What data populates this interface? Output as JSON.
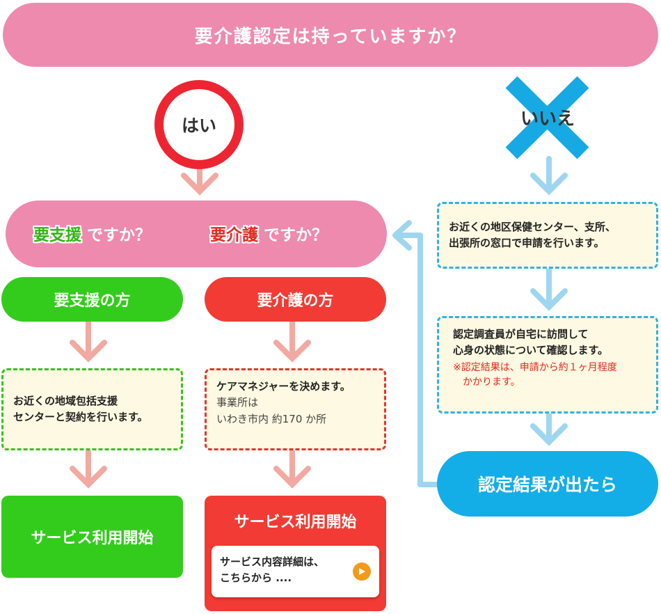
{
  "question": "要介護認定は持っていますか？",
  "yes": "はい",
  "no": "いいえ",
  "band": {
    "support_term": "要支援",
    "care_term": "要介護",
    "suffix": "ですか？"
  },
  "left_col": {
    "header": "要支援の方",
    "box_text": "お近くの地域包括支援\nセンターと契約を行います。",
    "final": "サービス利用開始"
  },
  "mid_col": {
    "header": "要介護の方",
    "box_line1": "ケアマネジャーを決めます。",
    "box_line2": "事業所は",
    "box_line3": "いわき市内 約170 か所",
    "final": "サービス利用開始",
    "link_text": "サービス内容詳細は、\nこちらから ...."
  },
  "right_col": {
    "box1": "お近くの地区保健センター、支所、\n出張所の窓口で申請を行います。",
    "box2": "認定調査員が自宅に訪問して\n心身の状態について確認します。",
    "note": "※認定結果は、申請から約１ヶ月程度\n　かかります。",
    "result": "認定結果が出たら"
  },
  "colors": {
    "pink": "#ee8aae",
    "green": "#33cc1c",
    "red": "#f23b34",
    "blue": "#13aee8",
    "arrow_pink": "#f2a9a1",
    "arrow_blue": "#9fd6ef",
    "box_bg": "#fdf9e2"
  }
}
